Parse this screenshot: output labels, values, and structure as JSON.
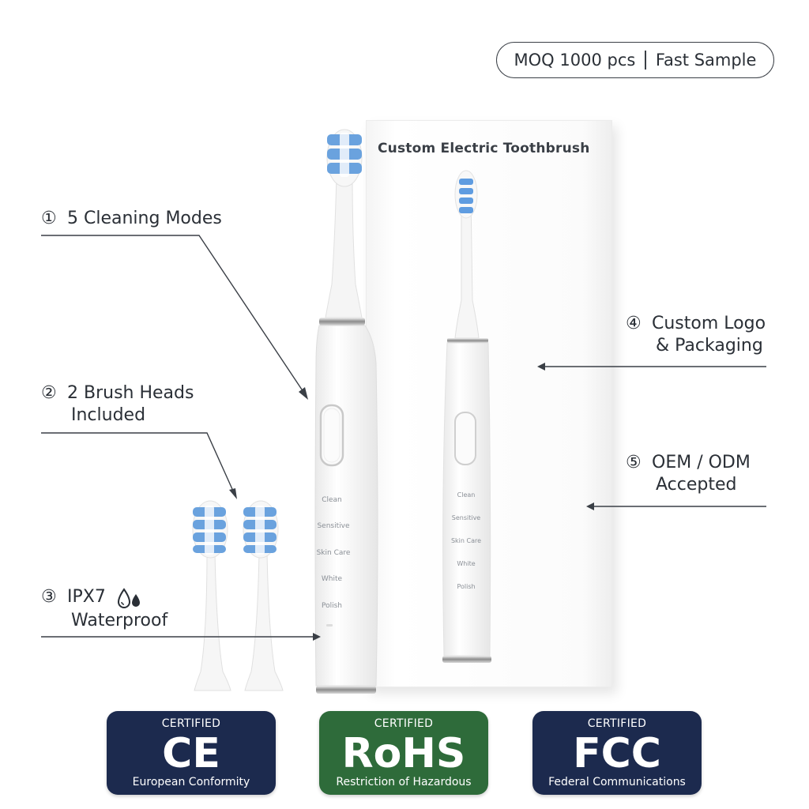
{
  "header": {
    "moq": "MOQ 1000 pcs",
    "sample": "Fast Sample"
  },
  "box": {
    "title": "Custom Electric Toothbrush",
    "modes": [
      "Clean",
      "Sensitive",
      "Skin Care",
      "White",
      "Polish"
    ]
  },
  "handle_modes": [
    "Clean",
    "Sensitive",
    "Skin Care",
    "White",
    "Polish"
  ],
  "features": [
    {
      "num": "①",
      "line1": "5 Cleaning Modes",
      "line2": ""
    },
    {
      "num": "②",
      "line1": "2 Brush Heads",
      "line2": "Included"
    },
    {
      "num": "③",
      "line1": "IPX7",
      "line2": "Waterproof",
      "icon": "water-drops-icon"
    },
    {
      "num": "④",
      "line1": "Custom Logo",
      "line2": "& Packaging"
    },
    {
      "num": "⑤",
      "line1": "OEM / ODM",
      "line2": "Accepted"
    }
  ],
  "badges": [
    {
      "top": "CERTIFIED",
      "mark": "CE",
      "sub": "European Conformity",
      "color": "#1c2a4e"
    },
    {
      "top": "CERTIFIED",
      "mark": "RoHS",
      "sub": "Restriction of Hazardous",
      "color": "#2e6b3a"
    },
    {
      "top": "CERTIFIED",
      "mark": "FCC",
      "sub": "Federal Communications",
      "color": "#1c2a4e"
    }
  ],
  "colors": {
    "bristle": "#6aa2de",
    "text": "#2a2f36"
  }
}
